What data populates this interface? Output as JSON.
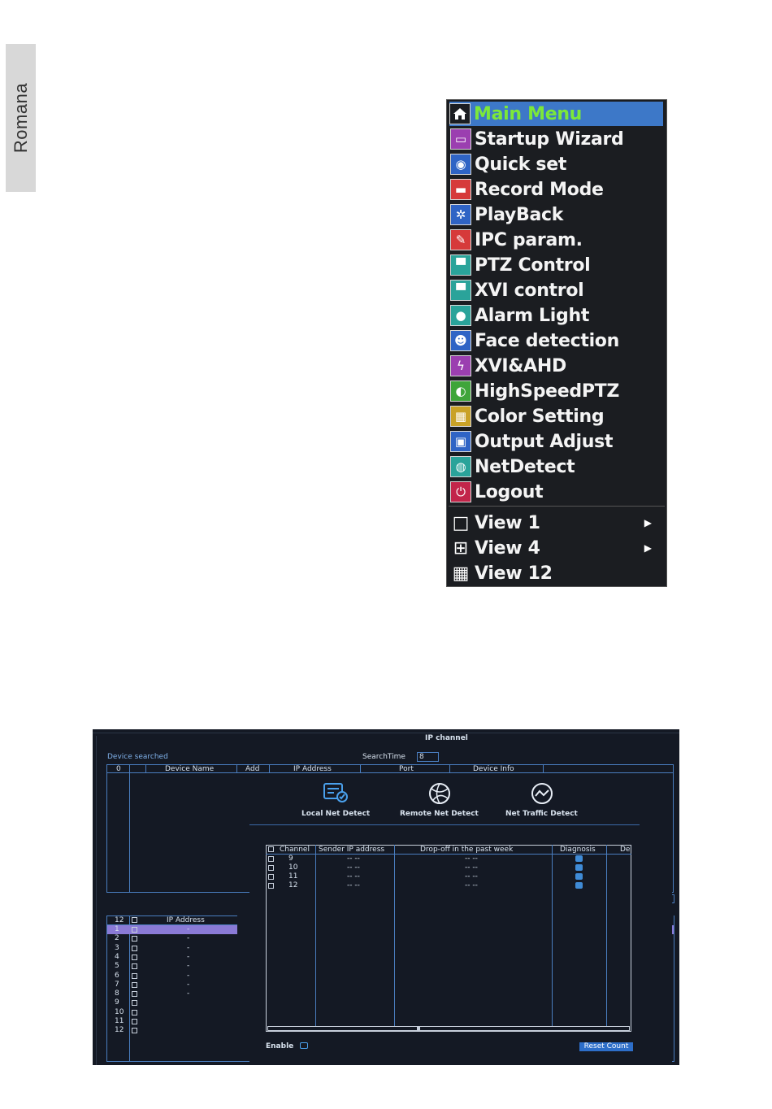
{
  "side_tab": {
    "label": "Romana"
  },
  "main_menu": {
    "title": "Main Menu",
    "items": [
      {
        "label": "Startup Wizard",
        "icon": "wizard-icon",
        "color": "#9b3fb0"
      },
      {
        "label": "Quick set",
        "icon": "quickset-icon",
        "color": "#2f64c5"
      },
      {
        "label": "Record Mode",
        "icon": "record-icon",
        "color": "#d63a3a"
      },
      {
        "label": "PlayBack",
        "icon": "playback-icon",
        "color": "#2f64c5"
      },
      {
        "label": "IPC param.",
        "icon": "ipc-icon",
        "color": "#d63a3a"
      },
      {
        "label": "PTZ Control",
        "icon": "ptz-icon",
        "color": "#2aa39a"
      },
      {
        "label": "XVI control",
        "icon": "xvi-icon",
        "color": "#2aa39a"
      },
      {
        "label": "Alarm Light",
        "icon": "bulb-icon",
        "color": "#2aa39a"
      },
      {
        "label": "Face detection",
        "icon": "face-icon",
        "color": "#2f64c5"
      },
      {
        "label": "XVI&AHD",
        "icon": "xviahd-icon",
        "color": "#9b3fb0"
      },
      {
        "label": "HighSpeedPTZ",
        "icon": "speed-icon",
        "color": "#3fa53a"
      },
      {
        "label": "Color Setting",
        "icon": "grid-icon",
        "color": "#c9a227"
      },
      {
        "label": "Output Adjust",
        "icon": "monitor-icon",
        "color": "#2f64c5"
      },
      {
        "label": "NetDetect",
        "icon": "globe-icon",
        "color": "#2aa39a"
      },
      {
        "label": "Logout",
        "icon": "power-icon",
        "color": "#c2254a"
      }
    ],
    "views": [
      {
        "label": "View 1",
        "icon": "view1-icon",
        "has_submenu": true
      },
      {
        "label": "View 4",
        "icon": "view4-icon",
        "has_submenu": true
      },
      {
        "label": "View 12",
        "icon": "view12-icon",
        "has_submenu": false
      }
    ]
  },
  "ip_channel": {
    "title": "IP channel",
    "device_searched": "Device searched",
    "search_time_label": "SearchTime",
    "search_time_value": "8",
    "top_columns": [
      "0",
      "Device Name",
      "Add",
      "IP Address",
      "Port",
      "Device Info"
    ],
    "left_header": {
      "count": "12",
      "col": "IP Address"
    },
    "left_rows": [
      {
        "n": "1",
        "ip": "-"
      },
      {
        "n": "2",
        "ip": "-"
      },
      {
        "n": "3",
        "ip": "-"
      },
      {
        "n": "4",
        "ip": "-"
      },
      {
        "n": "5",
        "ip": "-"
      },
      {
        "n": "6",
        "ip": "-"
      },
      {
        "n": "7",
        "ip": "-"
      },
      {
        "n": "8",
        "ip": "-"
      },
      {
        "n": "9",
        "ip": ""
      },
      {
        "n": "10",
        "ip": ""
      },
      {
        "n": "11",
        "ip": ""
      },
      {
        "n": "12",
        "ip": ""
      }
    ],
    "tabs": [
      "Local Net Detect",
      "Remote Net Detect",
      "Net Traffic Detect"
    ],
    "detect_columns": [
      "Channel",
      "Sender IP address",
      "Drop-off in the past week",
      "Diagnosis",
      "De"
    ],
    "detect_rows": [
      {
        "channel": "9",
        "sender": "-- --",
        "drop": "-- --"
      },
      {
        "channel": "10",
        "sender": "-- --",
        "drop": "-- --"
      },
      {
        "channel": "11",
        "sender": "-- --",
        "drop": "-- --"
      },
      {
        "channel": "12",
        "sender": "-- --",
        "drop": "-- --"
      }
    ],
    "enable_label": "Enable",
    "reset_label": "Reset Count"
  }
}
